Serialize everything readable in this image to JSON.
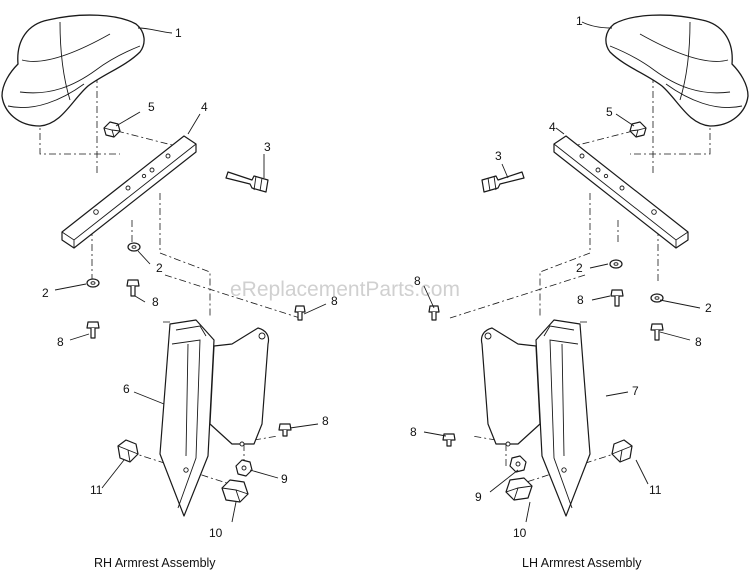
{
  "watermark": "eReplacementParts.com",
  "assemblies": {
    "rh": {
      "caption": "RH Armrest Assembly"
    },
    "lh": {
      "caption": "LH Armrest Assembly"
    }
  },
  "callouts": {
    "rh": {
      "armrest_pad": "1",
      "washer_upper": "2",
      "washer_lower": "2",
      "bolt": "3",
      "mount_bracket": "4",
      "nut": "5",
      "support_plate": "6",
      "screw_mid": "8",
      "screw_lower": "8",
      "screw_top": "8",
      "screw_side": "8",
      "lock_nut": "9",
      "flange_nut": "10",
      "hex_nut": "11"
    },
    "lh": {
      "armrest_pad": "1",
      "washer_upper": "2",
      "washer_lower": "2",
      "bolt": "3",
      "mount_bracket": "4",
      "nut": "5",
      "support_plate": "7",
      "screw_mid": "8",
      "screw_lower": "8",
      "screw_top": "8",
      "screw_side": "8",
      "lock_nut": "9",
      "flange_nut": "10",
      "hex_nut": "11"
    }
  }
}
